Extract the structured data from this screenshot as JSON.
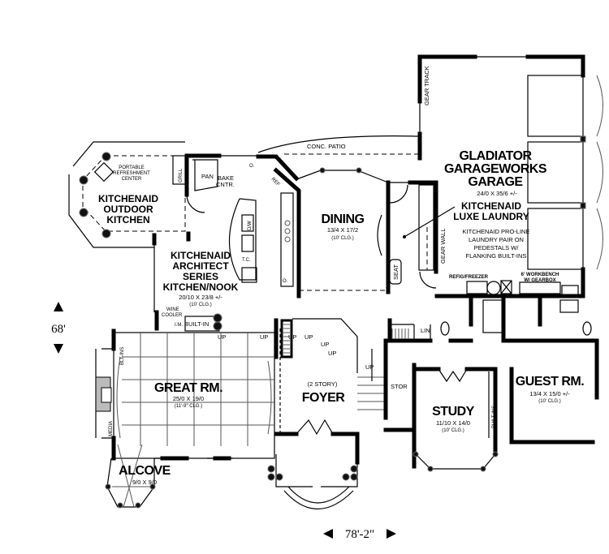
{
  "rooms": {
    "garage": {
      "name": [
        "GLADIATOR",
        "GARAGEWORKS",
        "GARAGE"
      ],
      "size": "24/0 X 35/6 +/-"
    },
    "gear_track": "GEAR TRACK",
    "gear_wall": "GEAR WALL",
    "conc_patio": "CONC. PATIO",
    "laundry": {
      "name": [
        "KITCHENAID",
        "LUXE LAUNDRY"
      ],
      "note": [
        "KITCHENAID PRO-LINE",
        "LAUNDRY PAIR ON",
        "PEDESTALS W/",
        "FLANKING BUILT-INS"
      ]
    },
    "refig": "REFIG/FREEZER",
    "workbench": [
      "6' WORKBENCH",
      "W/ GEARBOX"
    ],
    "dining": {
      "name": "DINING",
      "size": "13/4 X 17/2",
      "clg": "(10' CLG.)"
    },
    "seat": "SEAT",
    "outdoor_kitchen": {
      "name": [
        "KITCHENAID",
        "OUTDOOR",
        "KITCHEN"
      ],
      "portable": [
        "PORTABLE",
        "REFRESHMENT",
        "CENTER"
      ]
    },
    "grill": "GRILL",
    "pan": "PAN",
    "bake": [
      "BAKE",
      "CNTR."
    ],
    "ref": "REF",
    "dw": "D/W",
    "tc": "T.C.",
    "oven": "O.",
    "kitchen": {
      "name": [
        "KITCHENAID",
        "ARCHITECT",
        "SERIES",
        "KITCHEN/NOOK"
      ],
      "size": "20/10 X 23/8 +/-",
      "clg": "(10' CLG.)"
    },
    "wine_cooler": [
      "WINE",
      "COOLER"
    ],
    "im": "I.M.",
    "built_in": "BUILT-IN",
    "great_rm": {
      "name": "GREAT RM.",
      "size": "25/0 X 19/0",
      "clg": "(11'-9\" CLG.)"
    },
    "blt_ins": "BLT-INS",
    "media": "MEDIA",
    "alcove": {
      "name": "ALCOVE",
      "size": "9/0 X 9/0"
    },
    "foyer": {
      "pre": "(2 STORY)",
      "name": "FOYER"
    },
    "up": "UP",
    "lin": "LIN",
    "stor": "STOR",
    "study": {
      "name": "STUDY",
      "size": "11/10 X 14/0",
      "clg": "(10' CLG.)"
    },
    "study_built_ins": "BUILT-INS",
    "guest_rm": {
      "name": "GUEST RM.",
      "size": "13/4 X 15/0 +/-",
      "clg": "(10' CLG.)"
    }
  },
  "dimensions": {
    "depth": "68'",
    "width": "78'-2\""
  }
}
